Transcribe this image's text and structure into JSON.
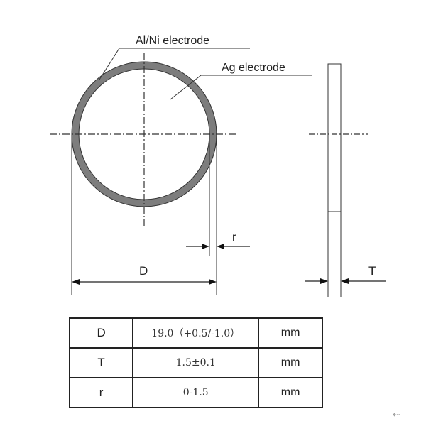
{
  "labels": {
    "al_ni_electrode": "Al/Ni electrode",
    "ag_electrode": "Ag electrode",
    "dim_D": "D",
    "dim_r": "r",
    "dim_T": "T"
  },
  "spec_table": {
    "rows": [
      {
        "symbol": "D",
        "value": "19.0（+0.5/-1.0）",
        "unit": "mm"
      },
      {
        "symbol": "T",
        "value": "1.5±0.1",
        "unit": "mm"
      },
      {
        "symbol": "r",
        "value": "0-1.5",
        "unit": "mm"
      }
    ]
  },
  "corner_mark": "⇠",
  "colors": {
    "line": "#222222",
    "ring_fill": "#808080",
    "background": "#ffffff"
  }
}
